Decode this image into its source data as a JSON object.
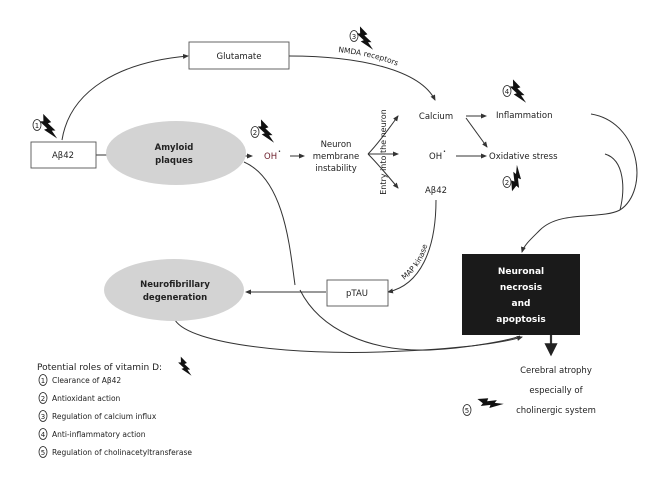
{
  "nodes": {
    "glutamate": "Glutamate",
    "abeta42_source": "Aβ42",
    "amyloid_plaques": [
      "Amyloid",
      "plaques"
    ],
    "oh_radical_1": "OH",
    "oh_sup": "•",
    "neuron_membrane": [
      "Neuron",
      "membrane",
      "instability"
    ],
    "entry_label": "Entry into the neuron",
    "calcium": "Calcium",
    "oh_radical_2": "OH",
    "abeta42_inside": "Aβ42",
    "inflammation": "Inflammation",
    "oxidative_stress": "Oxidative stress",
    "nmda_label": "NMDA receptors",
    "map_kinase_label": "MAP kinase",
    "ptau": "pTAU",
    "neurofibrillary": [
      "Neurofibrillary",
      "degeneration"
    ],
    "necrosis": [
      "Neuronal",
      "necrosis",
      "and",
      "apoptosis"
    ],
    "atrophy": [
      "Cerebral atrophy",
      "especially of",
      "cholinergic system"
    ]
  },
  "markers": {
    "m1": "1",
    "m2a": "2",
    "m3": "3",
    "m4": "4",
    "m2b": "2",
    "m5": "5"
  },
  "legend": {
    "title": "Potential roles of vitamin D:",
    "items": [
      {
        "num": "1",
        "text": "Clearance of Aβ42"
      },
      {
        "num": "2",
        "text": "Antioxidant action"
      },
      {
        "num": "3",
        "text": "Regulation of calcium influx"
      },
      {
        "num": "4",
        "text": "Anti-inflammatory action"
      },
      {
        "num": "5",
        "text": "Regulation of cholinacetyltransferase"
      }
    ]
  },
  "colors": {
    "ellipse_fill": "#d3d3d3",
    "necrosis_fill": "#1a1a1a",
    "oh_color": "#6b1d2a"
  }
}
